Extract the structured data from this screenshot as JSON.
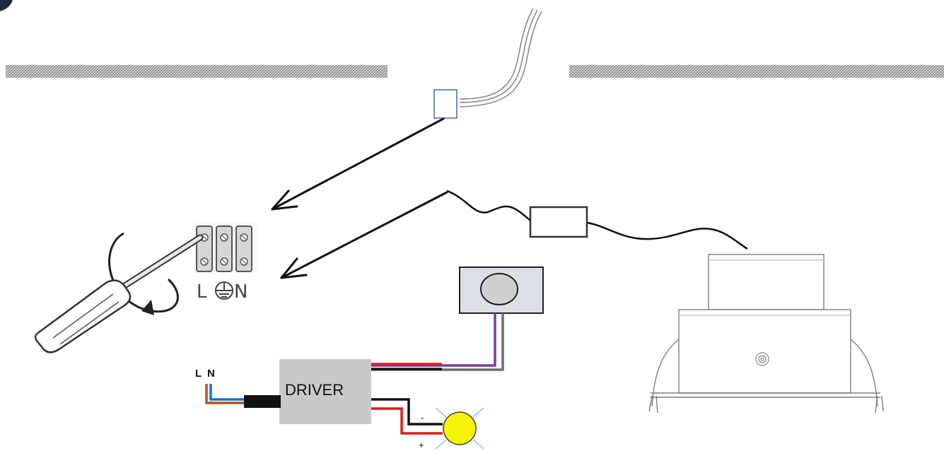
{
  "terminal_labels": {
    "live": "L",
    "earth_symbol": "earth-ground-icon",
    "neutral": "N"
  },
  "mains_labels": {
    "live": "L",
    "neutral": "N"
  },
  "driver": {
    "label": "DRIVER"
  },
  "led_polarity": {
    "negative": "-",
    "positive": "+"
  },
  "colors": {
    "live_wire": "#b4571c",
    "neutral_wire": "#1f6fc2",
    "positive_wire": "#e11b1b",
    "negative_wire": "#111111",
    "dimmer_wire_purple": "#7a3aa0",
    "dimmer_wire_grey": "#6f6f6f",
    "driver_box": "#c9c9c9",
    "led_fill": "#f7f20a",
    "junction_box_outline": "#6a8fd0"
  }
}
